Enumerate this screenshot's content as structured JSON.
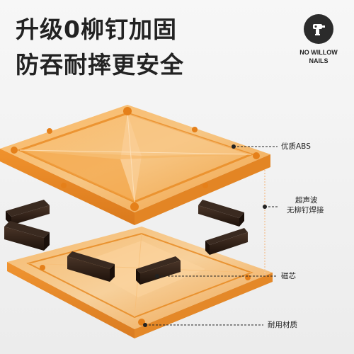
{
  "headline": {
    "line1": "升级0柳钉加固",
    "line2": "防吞耐摔更安全"
  },
  "badge": {
    "icon": "drill-icon",
    "line1": "NO WILLOW",
    "line2": "NAILS"
  },
  "callouts": {
    "abs": "优质ABS",
    "ultrasonic_line1": "超声波",
    "ultrasonic_line2": "无柳钉焊接",
    "magnet": "磁芯",
    "material": "耐用材质"
  },
  "colors": {
    "tile_orange": "#f39a2b",
    "tile_edge": "#e07a10",
    "magnet": "#2a1a12",
    "text_dark": "#222222"
  }
}
